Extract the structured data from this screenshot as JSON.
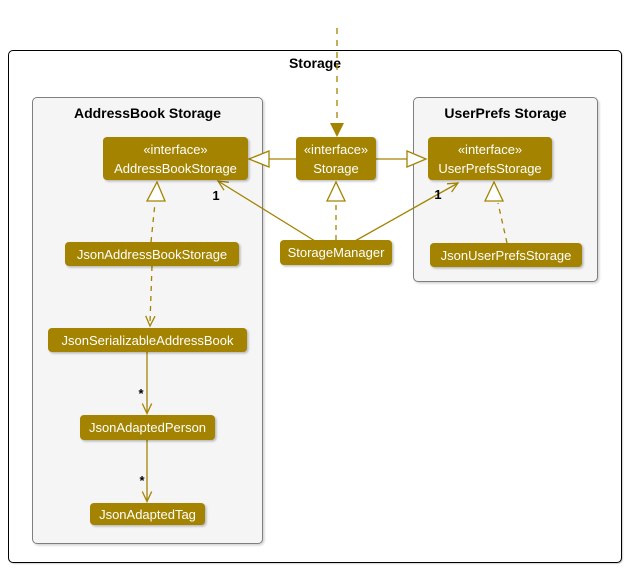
{
  "diagram_title": "Storage",
  "packages": {
    "addressbook": {
      "title": "AddressBook Storage"
    },
    "userprefs": {
      "title": "UserPrefs Storage"
    }
  },
  "nodes": {
    "storage": {
      "stereotype": "«interface»",
      "name": "Storage"
    },
    "address_book_storage": {
      "stereotype": "«interface»",
      "name": "AddressBookStorage"
    },
    "user_prefs_storage": {
      "stereotype": "«interface»",
      "name": "UserPrefsStorage"
    },
    "json_address_book_storage": {
      "name": "JsonAddressBookStorage"
    },
    "storage_manager": {
      "name": "StorageManager"
    },
    "json_user_prefs_storage": {
      "name": "JsonUserPrefsStorage"
    },
    "json_serializable_address_book": {
      "name": "JsonSerializableAddressBook"
    },
    "json_adapted_person": {
      "name": "JsonAdaptedPerson"
    },
    "json_adapted_tag": {
      "name": "JsonAdaptedTag"
    }
  },
  "multiplicities": {
    "storage_manager_to_address_book_storage": "1",
    "storage_manager_to_user_prefs_storage": "1",
    "serializable_address_book_to_adapted_person": "*",
    "adapted_person_to_adapted_tag": "*"
  },
  "relationships": [
    {
      "from": "external",
      "to": "storage",
      "type": "dashed-dependency"
    },
    {
      "from": "storage",
      "to": "address_book_storage",
      "type": "extends"
    },
    {
      "from": "storage",
      "to": "user_prefs_storage",
      "type": "extends"
    },
    {
      "from": "storage_manager",
      "to": "storage",
      "type": "implements"
    },
    {
      "from": "storage_manager",
      "to": "address_book_storage",
      "type": "association",
      "multiplicity": "1"
    },
    {
      "from": "storage_manager",
      "to": "user_prefs_storage",
      "type": "association",
      "multiplicity": "1"
    },
    {
      "from": "json_address_book_storage",
      "to": "address_book_storage",
      "type": "implements"
    },
    {
      "from": "json_user_prefs_storage",
      "to": "user_prefs_storage",
      "type": "implements"
    },
    {
      "from": "json_address_book_storage",
      "to": "json_serializable_address_book",
      "type": "dashed-dependency"
    },
    {
      "from": "json_serializable_address_book",
      "to": "json_adapted_person",
      "type": "association",
      "multiplicity": "*"
    },
    {
      "from": "json_adapted_person",
      "to": "json_adapted_tag",
      "type": "association",
      "multiplicity": "*"
    }
  ],
  "colors": {
    "accent_gold": "#A38300",
    "node_text": "#FFFFFF",
    "package_fill": "#F5F5F5",
    "package_border": "#7F7F7F",
    "frame_border": "#000000",
    "label_text": "#000000"
  }
}
